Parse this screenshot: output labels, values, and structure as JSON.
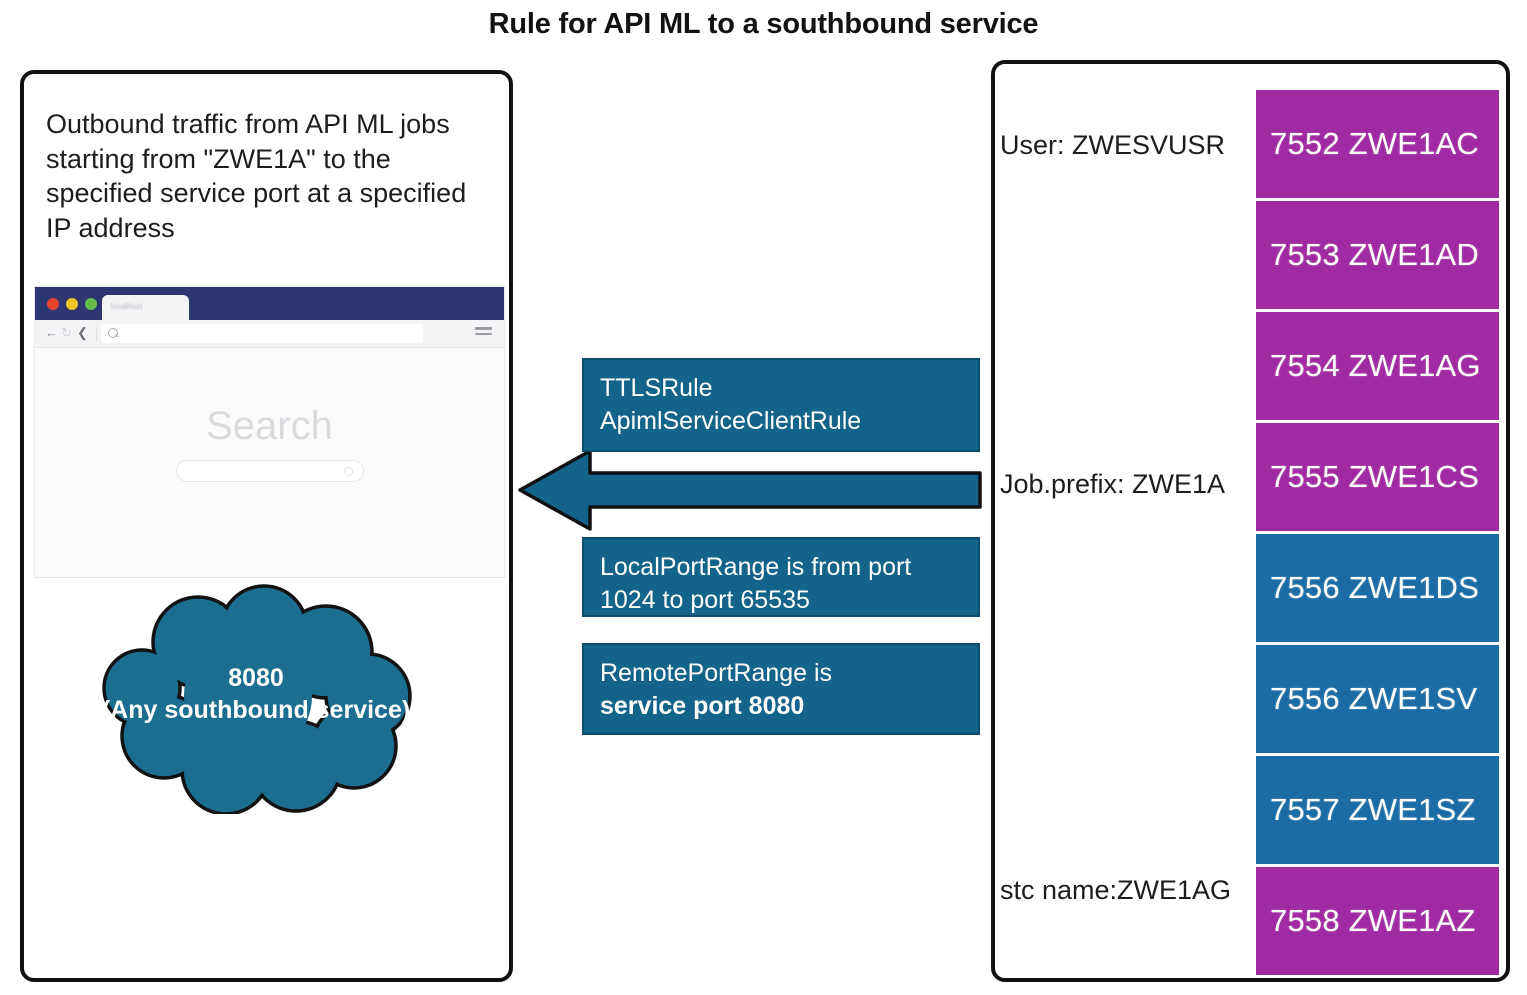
{
  "title": "Rule for API ML to a southbound service",
  "left_panel": {
    "description": "Outbound traffic from API ML jobs starting from \"ZWE1A\" to the specified service port at a specified IP address",
    "browser": {
      "tab_label": "localhost",
      "address_placeholder": "",
      "search_word": "Search",
      "icons": {
        "back": "←",
        "reload": "↻",
        "forward": "❮",
        "separator": "│",
        "menu": "hamburger-menu-icon",
        "search": "search-icon"
      }
    },
    "cloud": {
      "line1": "8080",
      "line2": "(Any southbound service)"
    }
  },
  "middle": {
    "arrow_direction": "left",
    "banners": [
      {
        "id": "ttlsrule",
        "line1": "TTLSRule",
        "line2": "ApimlServiceClientRule",
        "line2_bold": false
      },
      {
        "id": "localportrange",
        "line1": "LocalPortRange is from port",
        "line2": "1024 to port 65535",
        "line2_bold": false
      },
      {
        "id": "remoteportrange",
        "line1": "RemotePortRange is",
        "line2": "service port 8080",
        "line2_bold": true
      }
    ]
  },
  "right_panel": {
    "labels": {
      "user": "User: ZWESVUSR",
      "job_prefix": "Job.prefix: ZWE1A",
      "stc_name": "stc name:ZWE1AG"
    },
    "port_tiles": [
      {
        "port": "7552",
        "name": "ZWE1AC",
        "color": "purple"
      },
      {
        "port": "7553",
        "name": "ZWE1AD",
        "color": "purple"
      },
      {
        "port": "7554",
        "name": "ZWE1AG",
        "color": "purple"
      },
      {
        "port": "7555",
        "name": "ZWE1CS",
        "color": "purple"
      },
      {
        "port": "7556",
        "name": "ZWE1DS",
        "color": "blue"
      },
      {
        "port": "7556",
        "name": "ZWE1SV",
        "color": "blue"
      },
      {
        "port": "7557",
        "name": "ZWE1SZ",
        "color": "blue"
      },
      {
        "port": "7558",
        "name": "ZWE1AZ",
        "color": "purple"
      }
    ]
  },
  "colors": {
    "teal": "#13638b",
    "purple": "#a02aa2",
    "blue": "#1b6ca5",
    "browser_titlebar": "#2e3672",
    "panel_border": "#111111"
  }
}
